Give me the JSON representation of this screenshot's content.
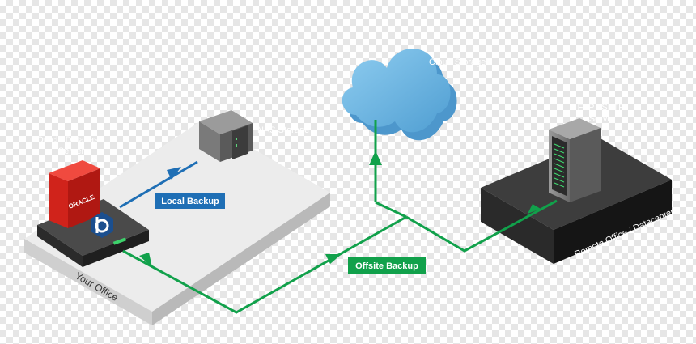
{
  "labels": {
    "your_office": "Your Office",
    "oracle_server": [
      "Oracle Database",
      "Server"
    ],
    "nas_storage": "NAS Storage",
    "cloud_storage": "Cloud Storage",
    "ftp_server": [
      "FTP / SFTP",
      "Server"
    ],
    "remote_office": "Remote Office / Datacenter",
    "oracle_logo": "ORACLE"
  },
  "badges": {
    "local_backup": "Local Backup",
    "offsite_backup": "Offsite Backup"
  },
  "colors": {
    "local_backup": "#1f6fb5",
    "offsite_backup": "#11a14b",
    "cloud": "#6fb7e3",
    "oracle_red": "#e2231a",
    "platform_light": "#e4e4e4",
    "platform_dark": "#3a3a3a"
  }
}
